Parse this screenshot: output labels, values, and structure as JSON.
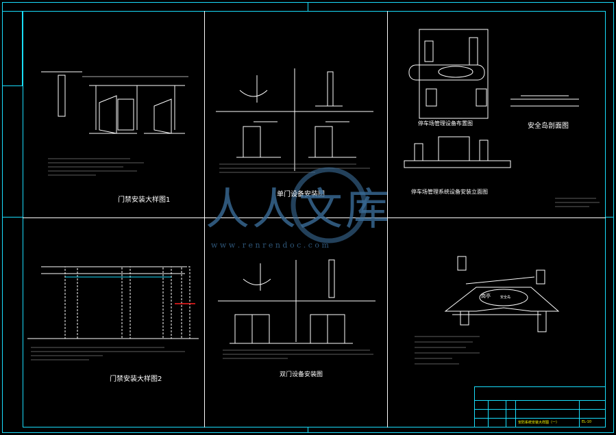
{
  "panels": {
    "door_detail_1": "门禁安装大样图1",
    "single_door": "单门设备安装图",
    "parking_layout": "停车场管理设备布置图",
    "safety_island": "安全岛剖面图",
    "parking_elevation": "停车场管理系统设备安装立面图",
    "door_detail_2": "门禁安装大样图2",
    "double_door": "双门设备安装图",
    "gate_label": "岗亭",
    "island_label": "安全岛"
  },
  "watermark": {
    "text": "人人文库",
    "url": "w w w . r e n r e n d o c . c o m"
  },
  "title_block": {
    "drawing_title": "安防系统安装大样图（一）",
    "code": "EL-10"
  },
  "colors": {
    "frame": "#19e0ff",
    "line": "#ffffff",
    "watermark": "#3a6c98",
    "annotation": "#ffff00"
  }
}
